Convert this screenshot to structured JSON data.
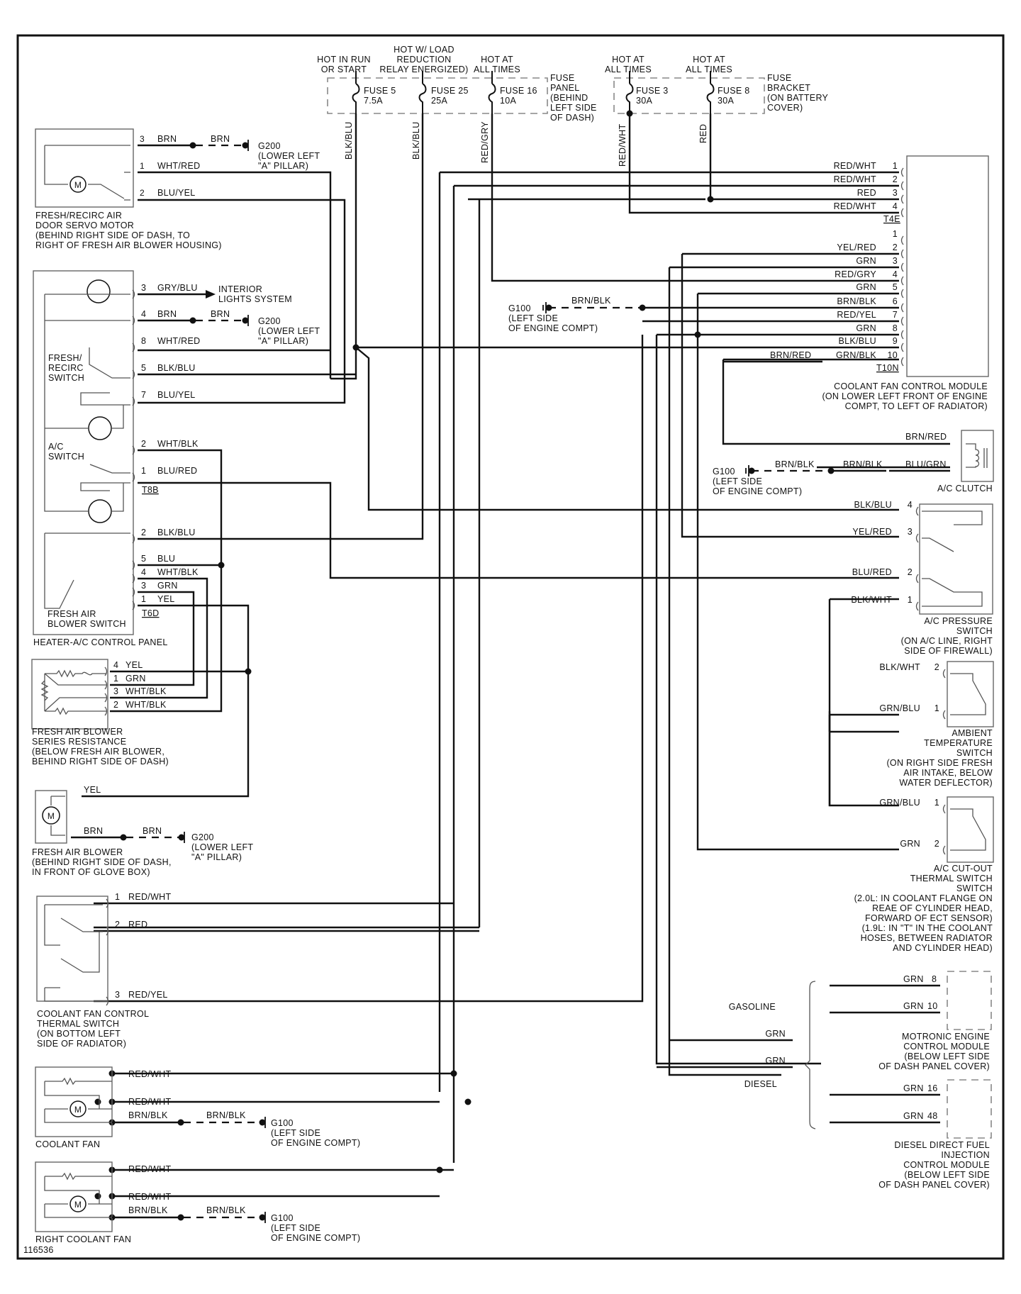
{
  "diagram_id": "116536",
  "fuse_panel": {
    "label": [
      "FUSE",
      "PANEL",
      "(BEHIND",
      "LEFT SIDE",
      "OF DASH)"
    ],
    "fuses": [
      {
        "header": [
          "HOT IN RUN",
          "OR START"
        ],
        "name": "FUSE 5",
        "rating": "7.5A",
        "wire": "BLK/BLU"
      },
      {
        "header": [
          "HOT W/ LOAD",
          "REDUCTION",
          "RELAY ENERGIZED)"
        ],
        "name": "FUSE 25",
        "rating": "25A",
        "wire": "BLK/BLU"
      },
      {
        "header": [
          "HOT AT",
          "ALL TIMES"
        ],
        "name": "FUSE 16",
        "rating": "10A",
        "wire": "RED/GRY"
      }
    ]
  },
  "fuse_bracket": {
    "label": [
      "FUSE",
      "BRACKET",
      "(ON BATTERY",
      "COVER)"
    ],
    "fuses": [
      {
        "header": [
          "HOT AT",
          "ALL TIMES"
        ],
        "name": "FUSE 3",
        "rating": "30A",
        "wire": "RED/WHT"
      },
      {
        "header": [
          "HOT AT",
          "ALL TIMES"
        ],
        "name": "FUSE 8",
        "rating": "30A",
        "wire": "RED"
      }
    ]
  },
  "servo_motor": {
    "label": [
      "FRESH/RECIRC AIR",
      "DOOR SERVO MOTOR",
      "(BEHIND RIGHT SIDE OF DASH, TO",
      "RIGHT OF FRESH AIR BLOWER HOUSING)"
    ],
    "pins": [
      {
        "pin": "3",
        "wire": "BRN",
        "ground_wire": "BRN"
      },
      {
        "pin": "1",
        "wire": "WHT/RED"
      },
      {
        "pin": "2",
        "wire": "BLU/YEL"
      }
    ],
    "ground": [
      "G200",
      "(LOWER LEFT",
      "\"A\" PILLAR)"
    ]
  },
  "control_panel": {
    "label": "HEATER-A/C CONTROL PANEL",
    "fresh_recirc_switch": [
      "FRESH/",
      "RECIRC",
      "SWITCH"
    ],
    "ac_switch": [
      "A/C",
      "SWITCH"
    ],
    "blower_switch": [
      "FRESH AIR",
      "BLOWER SWITCH"
    ],
    "interior_lights": [
      "INTERIOR",
      "LIGHTS SYSTEM"
    ],
    "ground": [
      "G200",
      "(LOWER LEFT",
      "\"A\" PILLAR)"
    ],
    "t8b_pins": [
      {
        "pin": "3",
        "wire": "GRY/BLU"
      },
      {
        "pin": "4",
        "wire": "BRN",
        "ground_wire": "BRN"
      },
      {
        "pin": "8",
        "wire": "WHT/RED"
      },
      {
        "pin": "5",
        "wire": "BLK/BLU"
      },
      {
        "pin": "7",
        "wire": "BLU/YEL"
      },
      {
        "pin": "2",
        "wire": "WHT/BLK"
      },
      {
        "pin": "1",
        "wire": "BLU/RED"
      }
    ],
    "t8b_connector": "T8B",
    "t6d_pins": [
      {
        "pin": "2",
        "wire": "BLK/BLU"
      },
      {
        "pin": "5",
        "wire": "BLU"
      },
      {
        "pin": "4",
        "wire": "WHT/BLK"
      },
      {
        "pin": "3",
        "wire": "GRN"
      },
      {
        "pin": "1",
        "wire": "YEL"
      }
    ],
    "t6d_connector": "T6D"
  },
  "series_resistance": {
    "label": [
      "FRESH AIR BLOWER",
      "SERIES RESISTANCE",
      "(BELOW FRESH AIR BLOWER,",
      "BEHIND RIGHT SIDE OF DASH)"
    ],
    "pins": [
      {
        "pin": "4",
        "wire": "YEL"
      },
      {
        "pin": "1",
        "wire": "GRN"
      },
      {
        "pin": "3",
        "wire": "WHT/BLK"
      },
      {
        "pin": "2",
        "wire": "WHT/BLK"
      }
    ]
  },
  "blower": {
    "label": [
      "FRESH AIR BLOWER",
      "(BEHIND RIGHT SIDE OF DASH,",
      "IN FRONT OF GLOVE BOX)"
    ],
    "wire_top": "YEL",
    "wire_bottom": "BRN",
    "ground_wire": "BRN",
    "ground": [
      "G200",
      "(LOWER LEFT",
      "\"A\" PILLAR)"
    ]
  },
  "thermal_switch": {
    "label": [
      "COOLANT FAN CONTROL",
      "THERMAL SWITCH",
      "(ON BOTTOM LEFT",
      "SIDE OF RADIATOR)"
    ],
    "pins": [
      {
        "pin": "1",
        "wire": "RED/WHT"
      },
      {
        "pin": "2",
        "wire": "RED"
      },
      {
        "pin": "3",
        "wire": "RED/YEL"
      }
    ]
  },
  "coolant_fan": {
    "label": "COOLANT FAN",
    "wires": [
      "RED/WHT",
      "RED/WHT",
      "BRN/BLK"
    ],
    "ground_wire": "BRN/BLK",
    "ground": [
      "G100",
      "(LEFT SIDE",
      "OF ENGINE COMPT)"
    ]
  },
  "right_coolant_fan": {
    "label": "RIGHT COOLANT FAN",
    "wires": [
      "RED/WHT",
      "RED/WHT",
      "BRN/BLK"
    ],
    "ground_wire": "BRN/BLK",
    "ground": [
      "G100",
      "(LEFT SIDE",
      "OF ENGINE COMPT)"
    ]
  },
  "g100_center": {
    "wire": "BRN/BLK",
    "ground": [
      "G100",
      "(LEFT SIDE",
      "OF ENGINE COMPT)"
    ]
  },
  "fan_control_module": {
    "label": [
      "COOLANT FAN CONTROL MODULE",
      "(ON LOWER LEFT FRONT OF ENGINE",
      "COMPT, TO LEFT OF RADIATOR)"
    ],
    "t4e_connector": "T4E",
    "t4e_pins": [
      {
        "pin": "1",
        "wire": "RED/WHT"
      },
      {
        "pin": "2",
        "wire": "RED/WHT"
      },
      {
        "pin": "3",
        "wire": "RED"
      },
      {
        "pin": "4",
        "wire": "RED/WHT"
      }
    ],
    "t10n_connector": "T10N",
    "t10n_pins": [
      {
        "pin": "1",
        "wire": ""
      },
      {
        "pin": "2",
        "wire": "YEL/RED"
      },
      {
        "pin": "3",
        "wire": "GRN"
      },
      {
        "pin": "4",
        "wire": "RED/GRY"
      },
      {
        "pin": "5",
        "wire": "GRN"
      },
      {
        "pin": "6",
        "wire": "BRN/BLK"
      },
      {
        "pin": "7",
        "wire": "RED/YEL"
      },
      {
        "pin": "8",
        "wire": "GRN"
      },
      {
        "pin": "9",
        "wire": "BLK/BLU"
      },
      {
        "pin": "10",
        "wire": "GRN/BLK"
      }
    ],
    "pin10_external_wire": "BRN/RED"
  },
  "ac_clutch": {
    "label": "A/C CLUTCH",
    "wire_top": "BRN/RED",
    "wire_bottom": "BLU/GRN",
    "ground_wire_1": "BRN/BLK",
    "ground_wire_2": "BRN/BLK",
    "ground": [
      "G100",
      "(LEFT SIDE",
      "OF ENGINE COMPT)"
    ]
  },
  "pressure_switch": {
    "label": [
      "A/C PRESSURE",
      "SWITCH",
      "(ON A/C LINE, RIGHT",
      "SIDE OF FIREWALL)"
    ],
    "pins": [
      {
        "pin": "4",
        "wire": "BLK/BLU"
      },
      {
        "pin": "3",
        "wire": "YEL/RED"
      },
      {
        "pin": "2",
        "wire": "BLU/RED"
      },
      {
        "pin": "1",
        "wire": "BLK/WHT"
      }
    ]
  },
  "ambient_switch": {
    "label": [
      "AMBIENT",
      "TEMPERATURE",
      "SWITCH",
      "(ON RIGHT SIDE FRESH",
      "AIR INTAKE, BELOW",
      "WATER DEFLECTOR)"
    ],
    "pins": [
      {
        "pin": "2",
        "wire": "BLK/WHT"
      },
      {
        "pin": "1",
        "wire": "GRN/BLU"
      }
    ]
  },
  "cutout_switch": {
    "label": [
      "A/C CUT-OUT",
      "THERMAL SWITCH",
      "SWITCH",
      "(2.0L: IN COOLANT FLANGE ON",
      "REAE OF CYLINDER HEAD,",
      "FORWARD OF ECT SENSOR)",
      "(1.9L: IN \"T\" IN THE COOLANT",
      "HOSES, BETWEEN RADIATOR",
      "AND CYLINDER HEAD)"
    ],
    "pins": [
      {
        "pin": "1",
        "wire": "GRN/BLU"
      },
      {
        "pin": "2",
        "wire": "GRN"
      }
    ]
  },
  "engine_variants": {
    "gasoline_label": "GASOLINE",
    "diesel_label": "DIESEL",
    "left_wires": [
      "GRN",
      "GRN"
    ],
    "motronic": {
      "label": [
        "MOTRONIC ENGINE",
        "CONTROL MODULE",
        "(BELOW LEFT SIDE",
        "OF DASH PANEL COVER)"
      ],
      "pins": [
        {
          "pin": "8",
          "wire": "GRN"
        },
        {
          "pin": "10",
          "wire": "GRN"
        }
      ]
    },
    "diesel_module": {
      "label": [
        "DIESEL DIRECT FUEL",
        "INJECTION",
        "CONTROL MODULE",
        "(BELOW LEFT SIDE",
        "OF DASH PANEL COVER)"
      ],
      "pins": [
        {
          "pin": "16",
          "wire": "GRN"
        },
        {
          "pin": "48",
          "wire": "GRN"
        }
      ]
    }
  }
}
